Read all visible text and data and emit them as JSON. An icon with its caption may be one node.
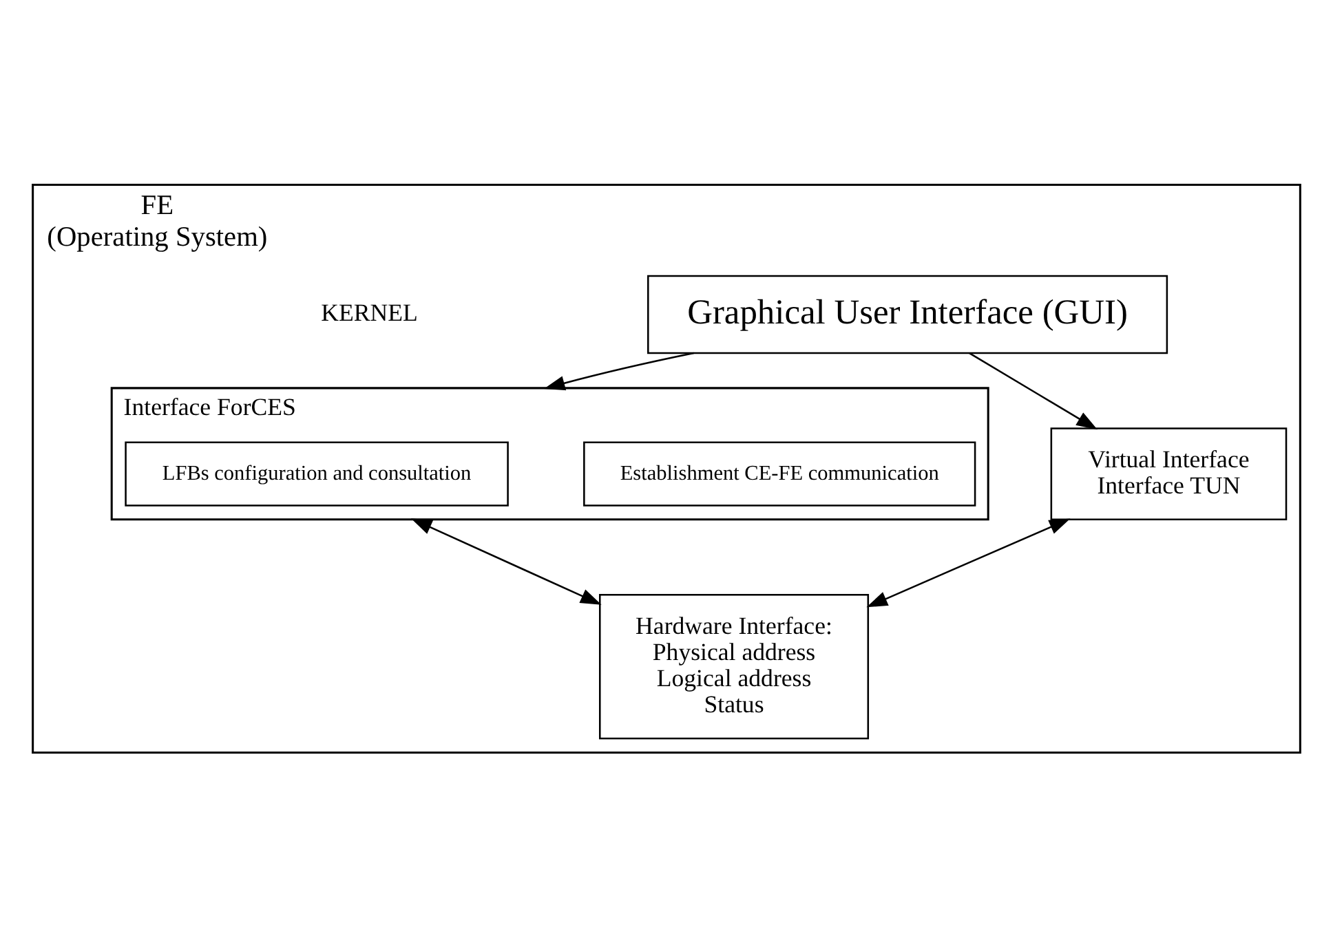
{
  "diagram": {
    "nodes": [
      {
        "text": [
          "FE",
          "(Operating System)"
        ]
      },
      {
        "text": [
          "Graphical User Interface (GUI)"
        ],
        "in": 0
      },
      {
        "text": [
          "Interface ForCES"
        ],
        "in": 0
      },
      {
        "text": [
          "Establishment CE-FE communication"
        ],
        "in": 2
      },
      {
        "text": [
          "LFBs configuration and consultation"
        ],
        "in": 2
      },
      {
        "text": [
          "Virtual Interface",
          "Interface TUN"
        ],
        "in": 0
      },
      {
        "text": [
          "Hardware Interface:",
          "Physical address",
          "Logical address",
          "Status"
        ],
        "in": 0
      }
    ],
    "edges": [
      {
        "from": 1,
        "to": 2,
        "arrow": "to"
      },
      {
        "from": 1,
        "to": 5,
        "arrow": "to"
      },
      {
        "from": 2,
        "to": 6,
        "arrow": "both"
      },
      {
        "from": 5,
        "to": 6,
        "arrow": "both"
      }
    ],
    "labels": [
      "KERNEL"
    ]
  }
}
